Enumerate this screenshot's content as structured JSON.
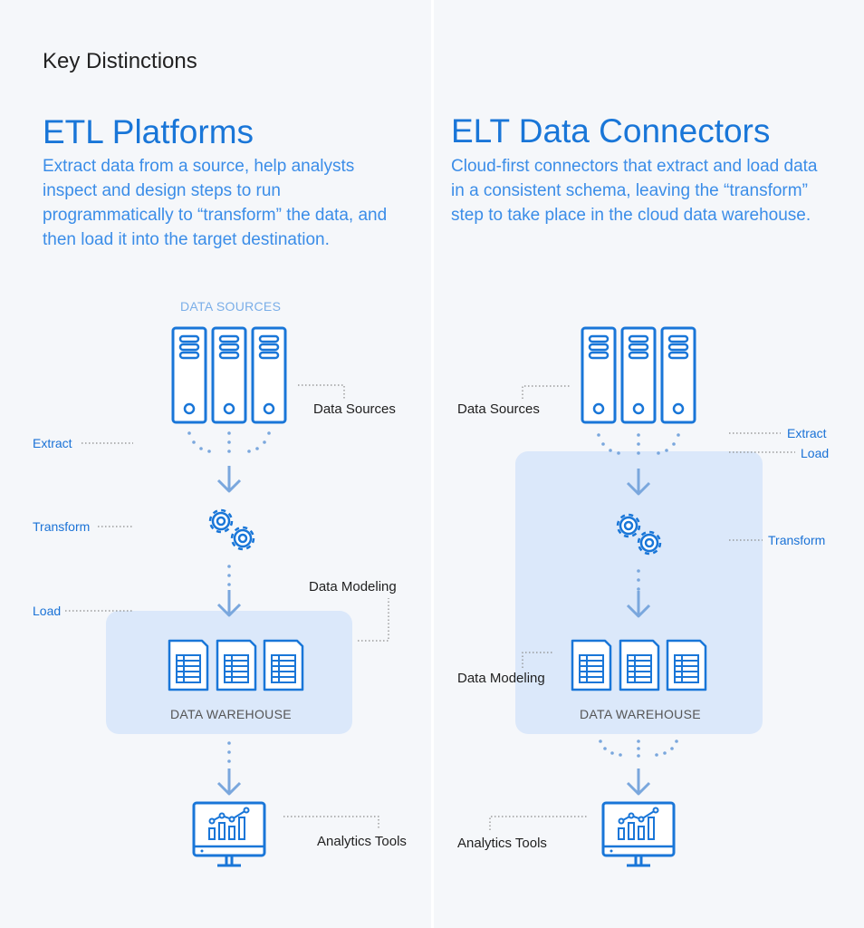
{
  "header": {
    "eyebrow": "Key Distinctions"
  },
  "colors": {
    "accent": "#1976d8",
    "accent_light": "#7aaee8",
    "panel": "#dbe8fa",
    "background": "#f5f7fa"
  },
  "etl": {
    "title": "ETL Platforms",
    "description": "Extract data from a source, help analysts inspect and design steps to run programmatically to “transform” the data, and then load it into the target destination.",
    "caps_sources": "DATA SOURCES",
    "data_sources": "Data Sources",
    "extract": "Extract",
    "transform": "Transform",
    "load": "Load",
    "data_modeling": "Data Modeling",
    "warehouse": "DATA WAREHOUSE",
    "analytics": "Analytics Tools"
  },
  "elt": {
    "title": "ELT Data Connectors",
    "description": "Cloud-first connectors that extract and load data in a consistent schema, leaving the “transform” step to take place in the cloud data warehouse.",
    "data_sources": "Data Sources",
    "extract": "Extract",
    "load": "Load",
    "transform": "Transform",
    "data_modeling": "Data Modeling",
    "warehouse": "DATA WAREHOUSE",
    "analytics": "Analytics Tools"
  }
}
